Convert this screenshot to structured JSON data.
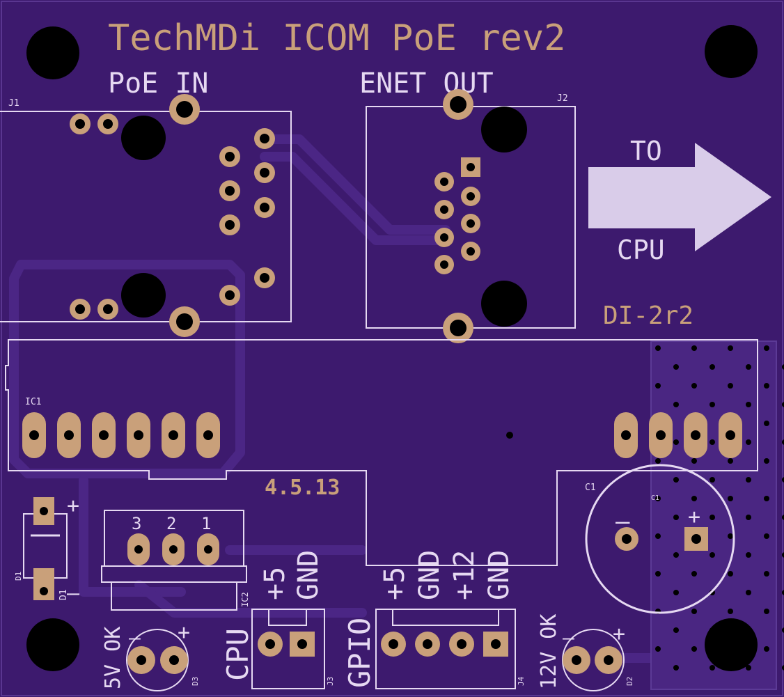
{
  "board": {
    "title": "TechMDi ICOM PoE rev2",
    "version": "4.5.13",
    "revision_label": "DI-2r2",
    "colors": {
      "board": "#3d1a6e",
      "silk": "#e6d9f2",
      "copper": "#c9a07a",
      "drill": "#000000",
      "copper_title": "#c9a07a"
    }
  },
  "connectors": {
    "poe_in": {
      "title": "PoE IN",
      "ref": "J1"
    },
    "enet_out": {
      "title": "ENET OUT",
      "ref": "J2"
    },
    "cpu": {
      "title": "CPU",
      "ref": "J3",
      "pins": [
        "+5",
        "GND"
      ]
    },
    "gpio": {
      "title": "GPIO",
      "ref": "J4",
      "pins": [
        "+5",
        "GND",
        "+12",
        "GND"
      ]
    }
  },
  "arrow": {
    "top": "TO",
    "bottom": "CPU"
  },
  "components": {
    "ic1": {
      "ref": "IC1"
    },
    "ic2": {
      "ref": "IC2",
      "pin_numbers": [
        "3",
        "2",
        "1"
      ]
    },
    "c1": {
      "ref": "C1",
      "plus": "+",
      "minus": "–"
    },
    "d1": {
      "ref": "D1",
      "plus": "+",
      "minus": "–"
    },
    "d2": {
      "ref": "D2",
      "label": "12V OK",
      "plus": "+",
      "minus": "–"
    },
    "d3": {
      "ref": "D3",
      "label": "5V OK",
      "plus": "+",
      "minus": "–"
    }
  }
}
